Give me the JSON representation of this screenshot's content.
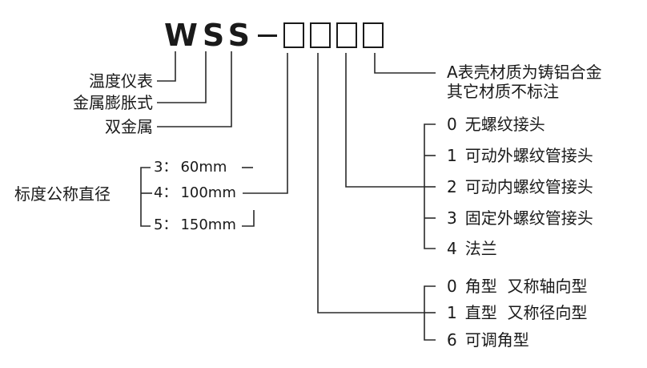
{
  "model_code": {
    "prefix": "WSS",
    "slot_count": 4
  },
  "prefix_labels": [
    "温度仪表",
    "金属膨胀式",
    "双金属"
  ],
  "slot1": {
    "title": "标度公称直径",
    "options": [
      {
        "code": "3",
        "sep": "：",
        "value": "60mm"
      },
      {
        "code": "4",
        "sep": "：",
        "value": "100mm"
      },
      {
        "code": "5",
        "sep": "：",
        "value": "150mm"
      }
    ]
  },
  "slot2": {
    "options": [
      {
        "code": "0",
        "label": "角型  又称轴向型"
      },
      {
        "code": "1",
        "label": "直型  又称径向型"
      },
      {
        "code": "6",
        "label": "可调角型"
      }
    ]
  },
  "slot3": {
    "options": [
      {
        "code": "0",
        "label": "无螺纹接头"
      },
      {
        "code": "1",
        "label": "可动外螺纹管接头"
      },
      {
        "code": "2",
        "label": "可动内螺纹管接头"
      },
      {
        "code": "3",
        "label": "固定外螺纹管接头"
      },
      {
        "code": "4",
        "label": "法兰"
      }
    ]
  },
  "slot4": {
    "lines": [
      "A表壳材质为铸铝合金",
      "其它材质不标注"
    ]
  }
}
